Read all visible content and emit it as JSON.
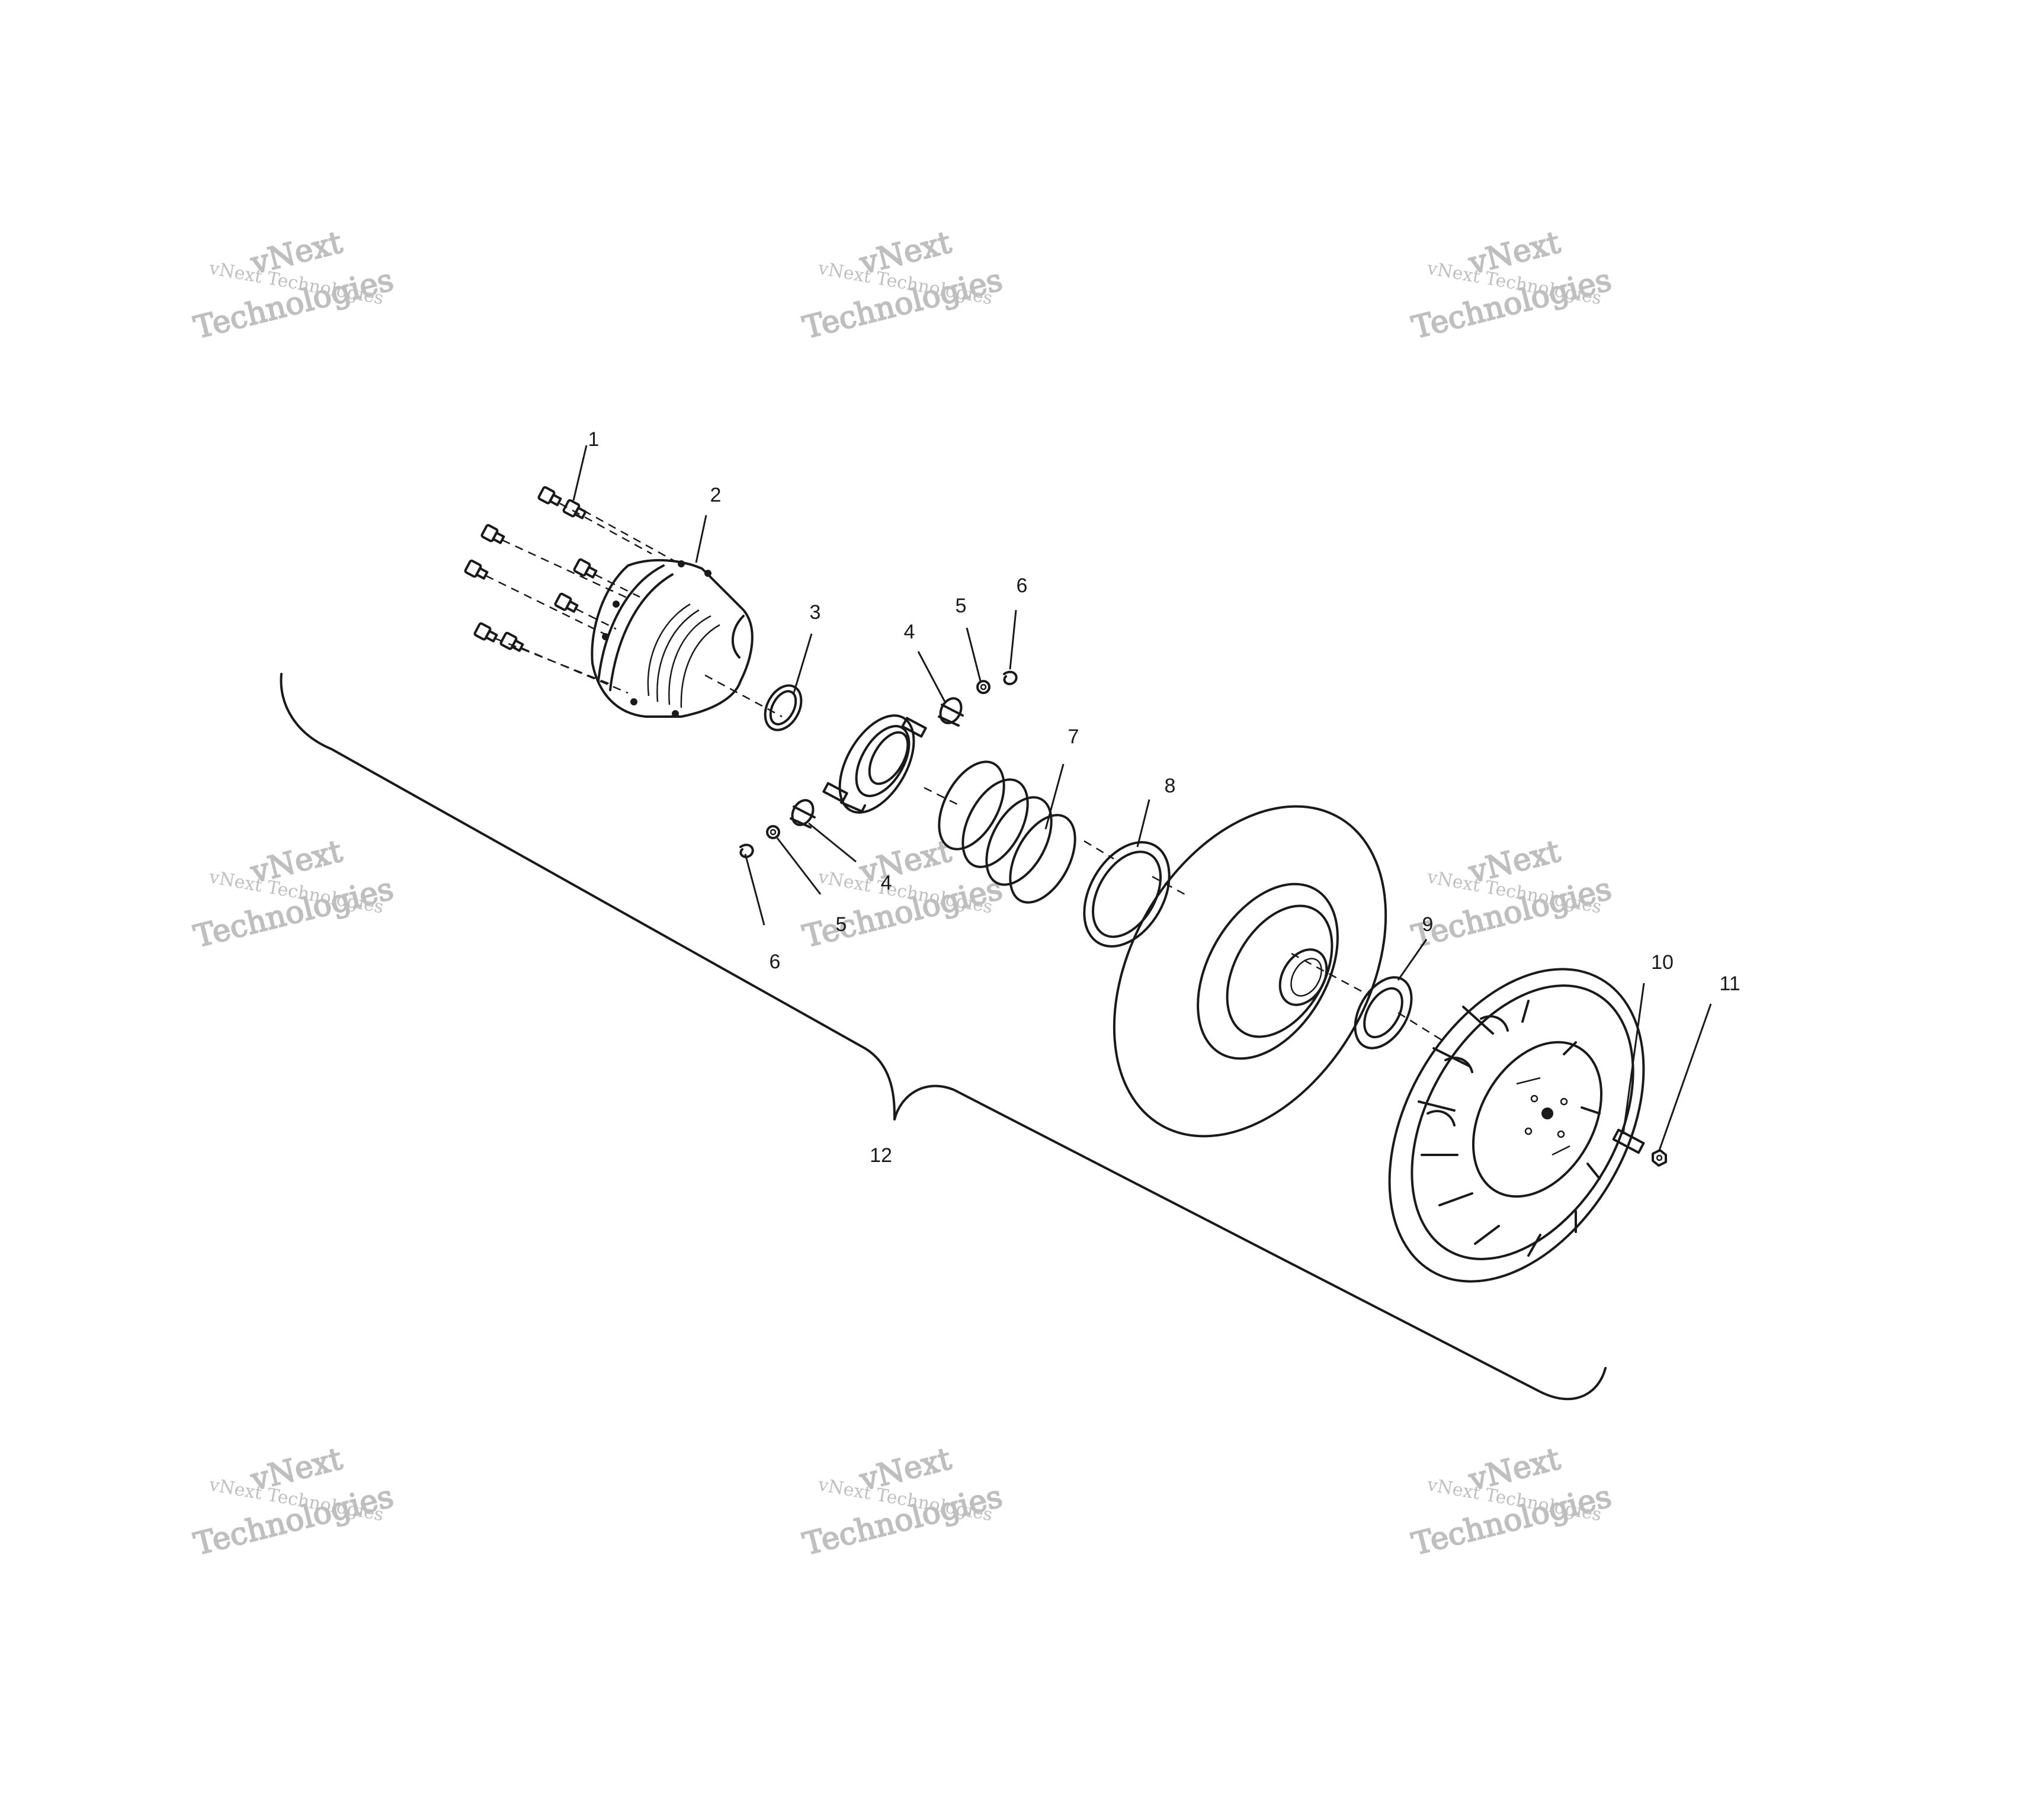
{
  "watermark": {
    "line1": "vNext",
    "line2": "vNext Technologies",
    "line3": "Technologies"
  },
  "callouts": [
    "1",
    "2",
    "3",
    "4",
    "5",
    "6",
    "7",
    "8",
    "4",
    "5",
    "6",
    "9",
    "10",
    "11",
    "12"
  ],
  "colors": {
    "line": "#1a1a1a",
    "watermark": "#b9b9b9",
    "background": "#ffffff"
  }
}
